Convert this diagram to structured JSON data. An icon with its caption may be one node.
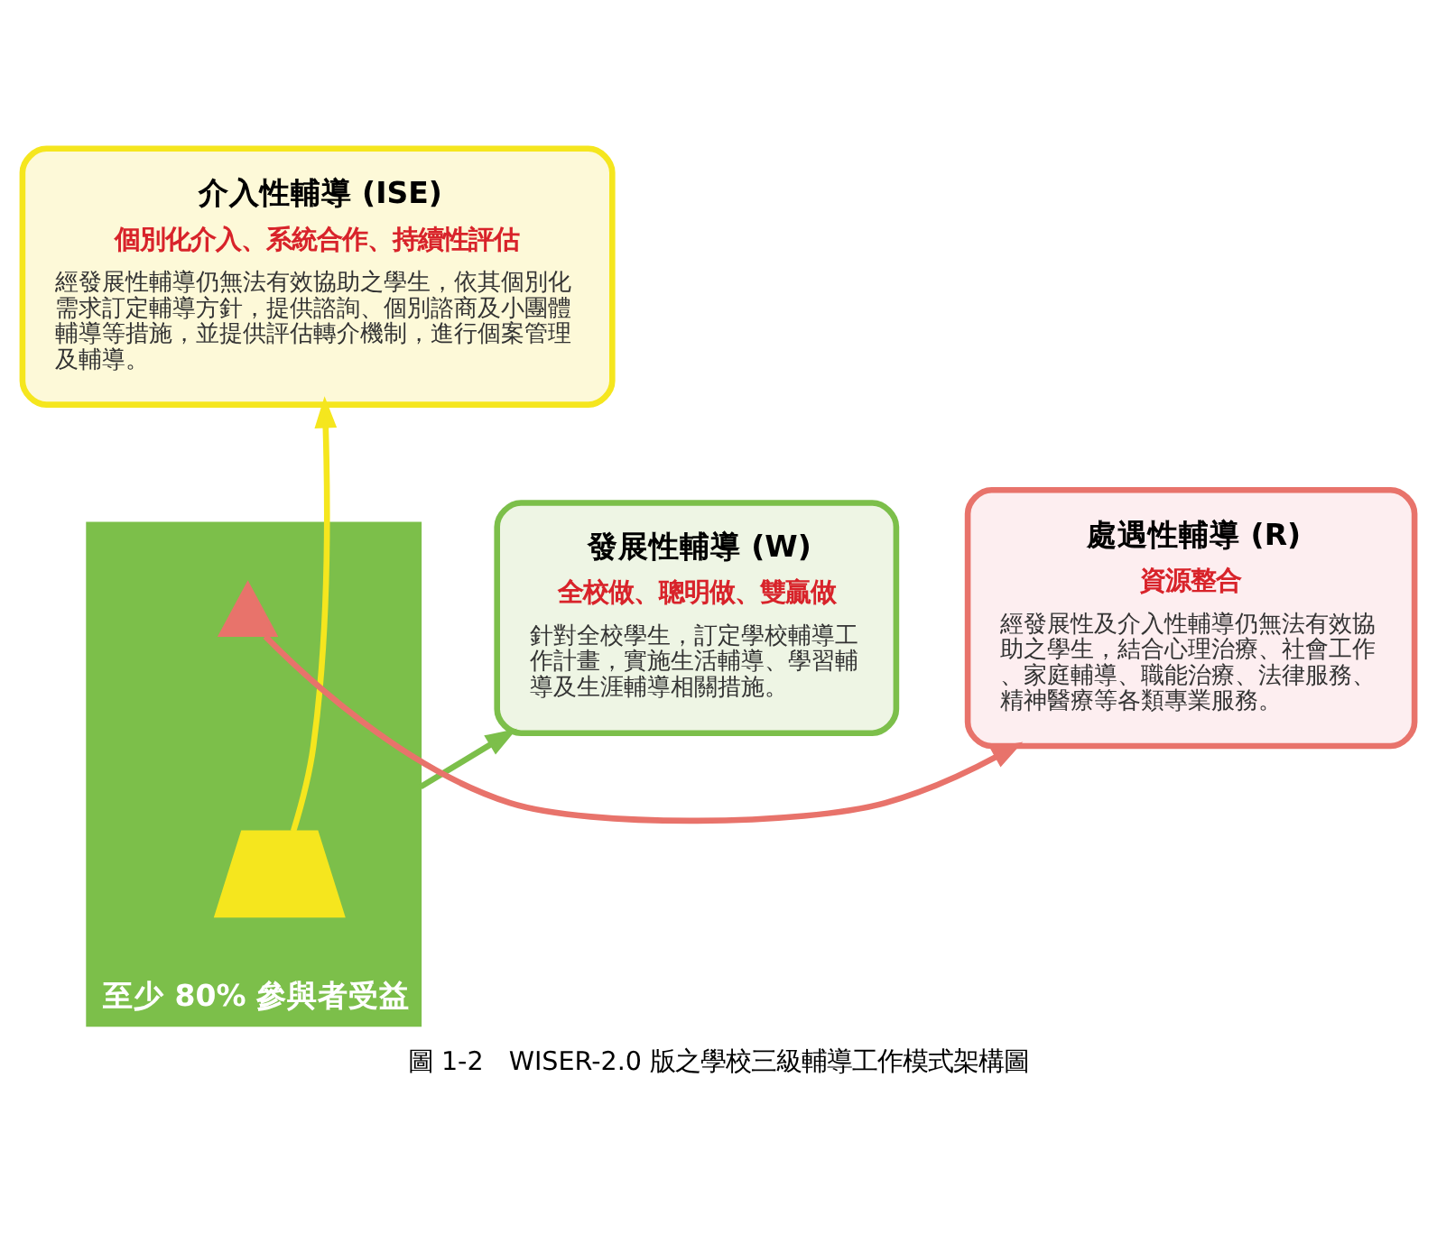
{
  "diagram": {
    "caption": "圖 1-2　WISER-2.0 版之學校三級輔導工作模式架構圖",
    "nodes": [
      {
        "text": [
          "介入性輔導 (ISE)",
          "個別化介入、系統合作、持續性評估",
          "經發展性輔導仍無法有效協助之學生，依其個別化需求訂定輔導方針，提供諮詢、個別諮商及小團體輔導等措施，並提供評估轉介機制，進行個案管理及輔導。"
        ]
      },
      {
        "text": [
          "發展性輔導 (W)",
          "全校做、聰明做、雙贏做",
          "針對全校學生，訂定學校輔導工作計畫，實施生活輔導、學習輔導及生涯輔導相關措施。"
        ]
      },
      {
        "text": [
          "處遇性輔導 (R)",
          "資源整合",
          "經發展性及介入性輔導仍無法有效協助之學生，結合心理治療、社會工作、家庭輔導、職能治療、法律服務、精神醫療等各類專業服務。"
        ]
      },
      {
        "text": [
          "至少 80% 參與者受益"
        ]
      },
      {
        "text": [],
        "shape": "box",
        "in": 3
      },
      {
        "text": [],
        "shape": "triangle",
        "in": 3
      }
    ],
    "edges": [
      {
        "from": 4,
        "to": 0,
        "arrow": "to",
        "color": "#f5e61e"
      },
      {
        "from": 3,
        "to": 1,
        "arrow": "to",
        "color": "#7cbf4a"
      },
      {
        "from": 5,
        "to": 2,
        "arrow": "to",
        "color": "#e8736b"
      }
    ]
  }
}
